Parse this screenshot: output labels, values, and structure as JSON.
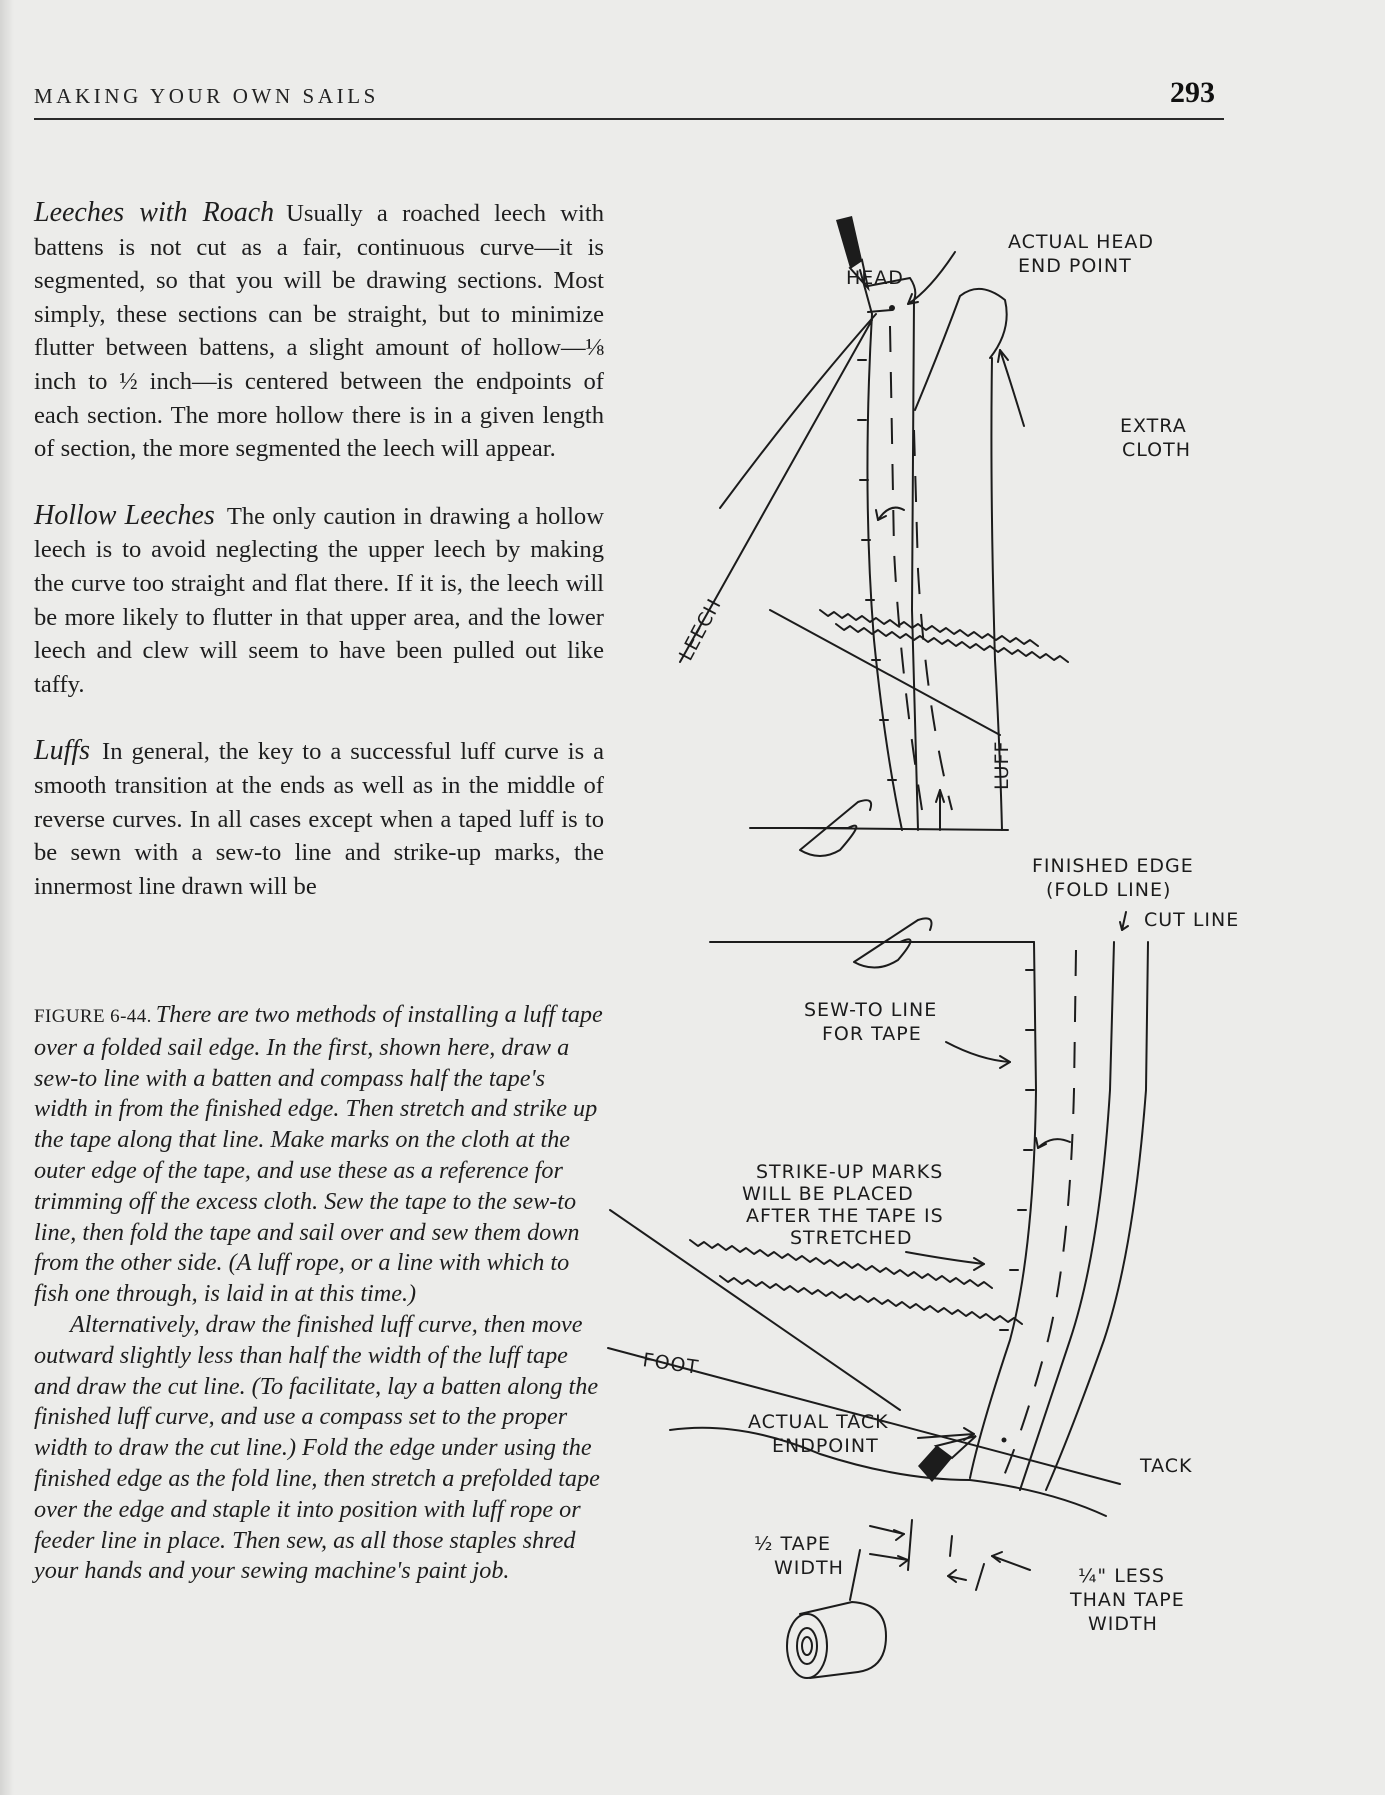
{
  "header": {
    "running_head": "MAKING YOUR OWN SAILS",
    "page_number": "293"
  },
  "sections": [
    {
      "heading": "Leeches with Roach",
      "text": "Usually a roached leech with battens is not cut as a fair, continuous curve—it is segmented, so that you will be drawing sections. Most simply, these sections can be straight, but to minimize flutter between battens, a slight amount of hollow—⅛ inch to ½ inch—is centered between the endpoints of each section. The more hollow there is in a given length of section, the more segmented the leech will appear."
    },
    {
      "heading": "Hollow Leeches",
      "text": "The only caution in drawing a hollow leech is to avoid neglecting the upper leech by making the curve too straight and flat there. If it is, the leech will be more likely to flutter in that upper area, and the lower leech and clew will seem to have been pulled out like taffy."
    },
    {
      "heading": "Luffs",
      "text": "In general, the key to a successful luff curve is a smooth transition at the ends as well as in the middle of reverse curves. In all cases except when a taped luff is to be sewn with a sew-to line and strike-up marks, the innermost line drawn will be"
    }
  ],
  "caption": {
    "label": "FIGURE 6-44.",
    "text": "There are two methods of installing a luff tape over a folded sail edge. In the first, shown here, draw a sew-to line with a batten and compass half the tape's width in from the finished edge. Then stretch and strike up the tape along that line. Make marks on the cloth at the outer edge of the tape, and use these as a reference for trimming off the excess cloth. Sew the tape to the sew-to line, then fold the tape and sail over and sew them down from the other side. (A luff rope, or a line with which to fish one through, is laid in at this time.)",
    "alternative": "Alternatively, draw the finished luff curve, then move outward slightly less than half the width of the luff tape and draw the cut line. (To facilitate, lay a batten along the finished luff curve, and use a compass set to the proper width to draw the cut line.) Fold the edge under using the finished edge as the fold line, then stretch a prefolded tape over the edge and staple it into position with luff rope or feeder line in place. Then sew, as all those staples shred your hands and your sewing machine's paint job."
  },
  "figure_labels": {
    "actual_head_1": "ACTUAL HEAD",
    "actual_head_2": "END POINT",
    "head": "HEAD",
    "extra_cloth_1": "EXTRA",
    "extra_cloth_2": "CLOTH",
    "leech": "LEECH",
    "luff": "LUFF",
    "finished_edge_1": "FINISHED EDGE",
    "finished_edge_2": "(FOLD LINE)",
    "cut_line": "CUT LINE",
    "sew_to_1": "SEW-TO LINE",
    "sew_to_2": "FOR TAPE",
    "strike_1": "STRIKE-UP MARKS",
    "strike_2": "WILL BE PLACED",
    "strike_3": "AFTER THE TAPE IS",
    "strike_4": "STRETCHED",
    "foot": "FOOT",
    "tack_end_1": "ACTUAL TACK",
    "tack_end_2": "ENDPOINT",
    "tack": "TACK",
    "half_tape_1": "½ TAPE",
    "half_tape_2": "WIDTH",
    "quarter_less_1": "¼\" LESS",
    "quarter_less_2": "THAN TAPE",
    "quarter_less_3": "WIDTH"
  }
}
